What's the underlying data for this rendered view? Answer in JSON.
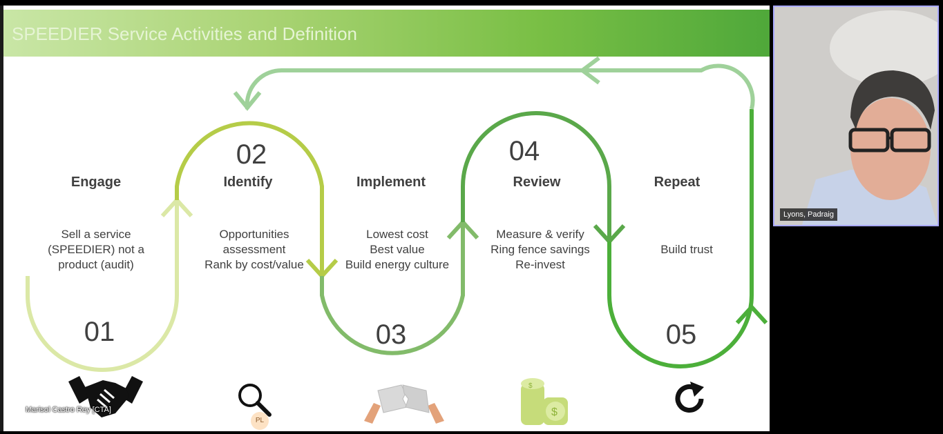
{
  "slide": {
    "title": "SPEEDIER Service Activities and Definition",
    "steps": [
      {
        "label": "Engage",
        "number": "01",
        "lines": [
          "Sell a service",
          "(SPEEDIER) not a",
          "product (audit)"
        ],
        "icon": "handshake-icon"
      },
      {
        "label": "Identify",
        "number": "02",
        "lines": [
          "Opportunities",
          "assessment",
          "Rank by cost/value"
        ],
        "icon": "magnifier-icon"
      },
      {
        "label": "Implement",
        "number": "03",
        "lines": [
          "Lowest cost",
          "Best value",
          "Build energy culture"
        ],
        "icon": "puzzle-icon"
      },
      {
        "label": "Review",
        "number": "04",
        "lines": [
          "Measure & verify",
          "Ring fence savings",
          "Re-invest"
        ],
        "icon": "coins-icon"
      },
      {
        "label": "Repeat",
        "number": "05",
        "lines": [
          "Build trust"
        ],
        "icon": "refresh-icon"
      }
    ],
    "pointer_badge": "PL",
    "colors": {
      "c1": "#dbe8a6",
      "c2": "#b5cc48",
      "c3": "#82bb6a",
      "c4": "#5aa84a",
      "c5": "#4caf3a",
      "banner": "#79bf45"
    }
  },
  "speaker_caption": "Marisol Castro Rey [CTA]",
  "video": {
    "participant_name": "Lyons, Padraig"
  }
}
